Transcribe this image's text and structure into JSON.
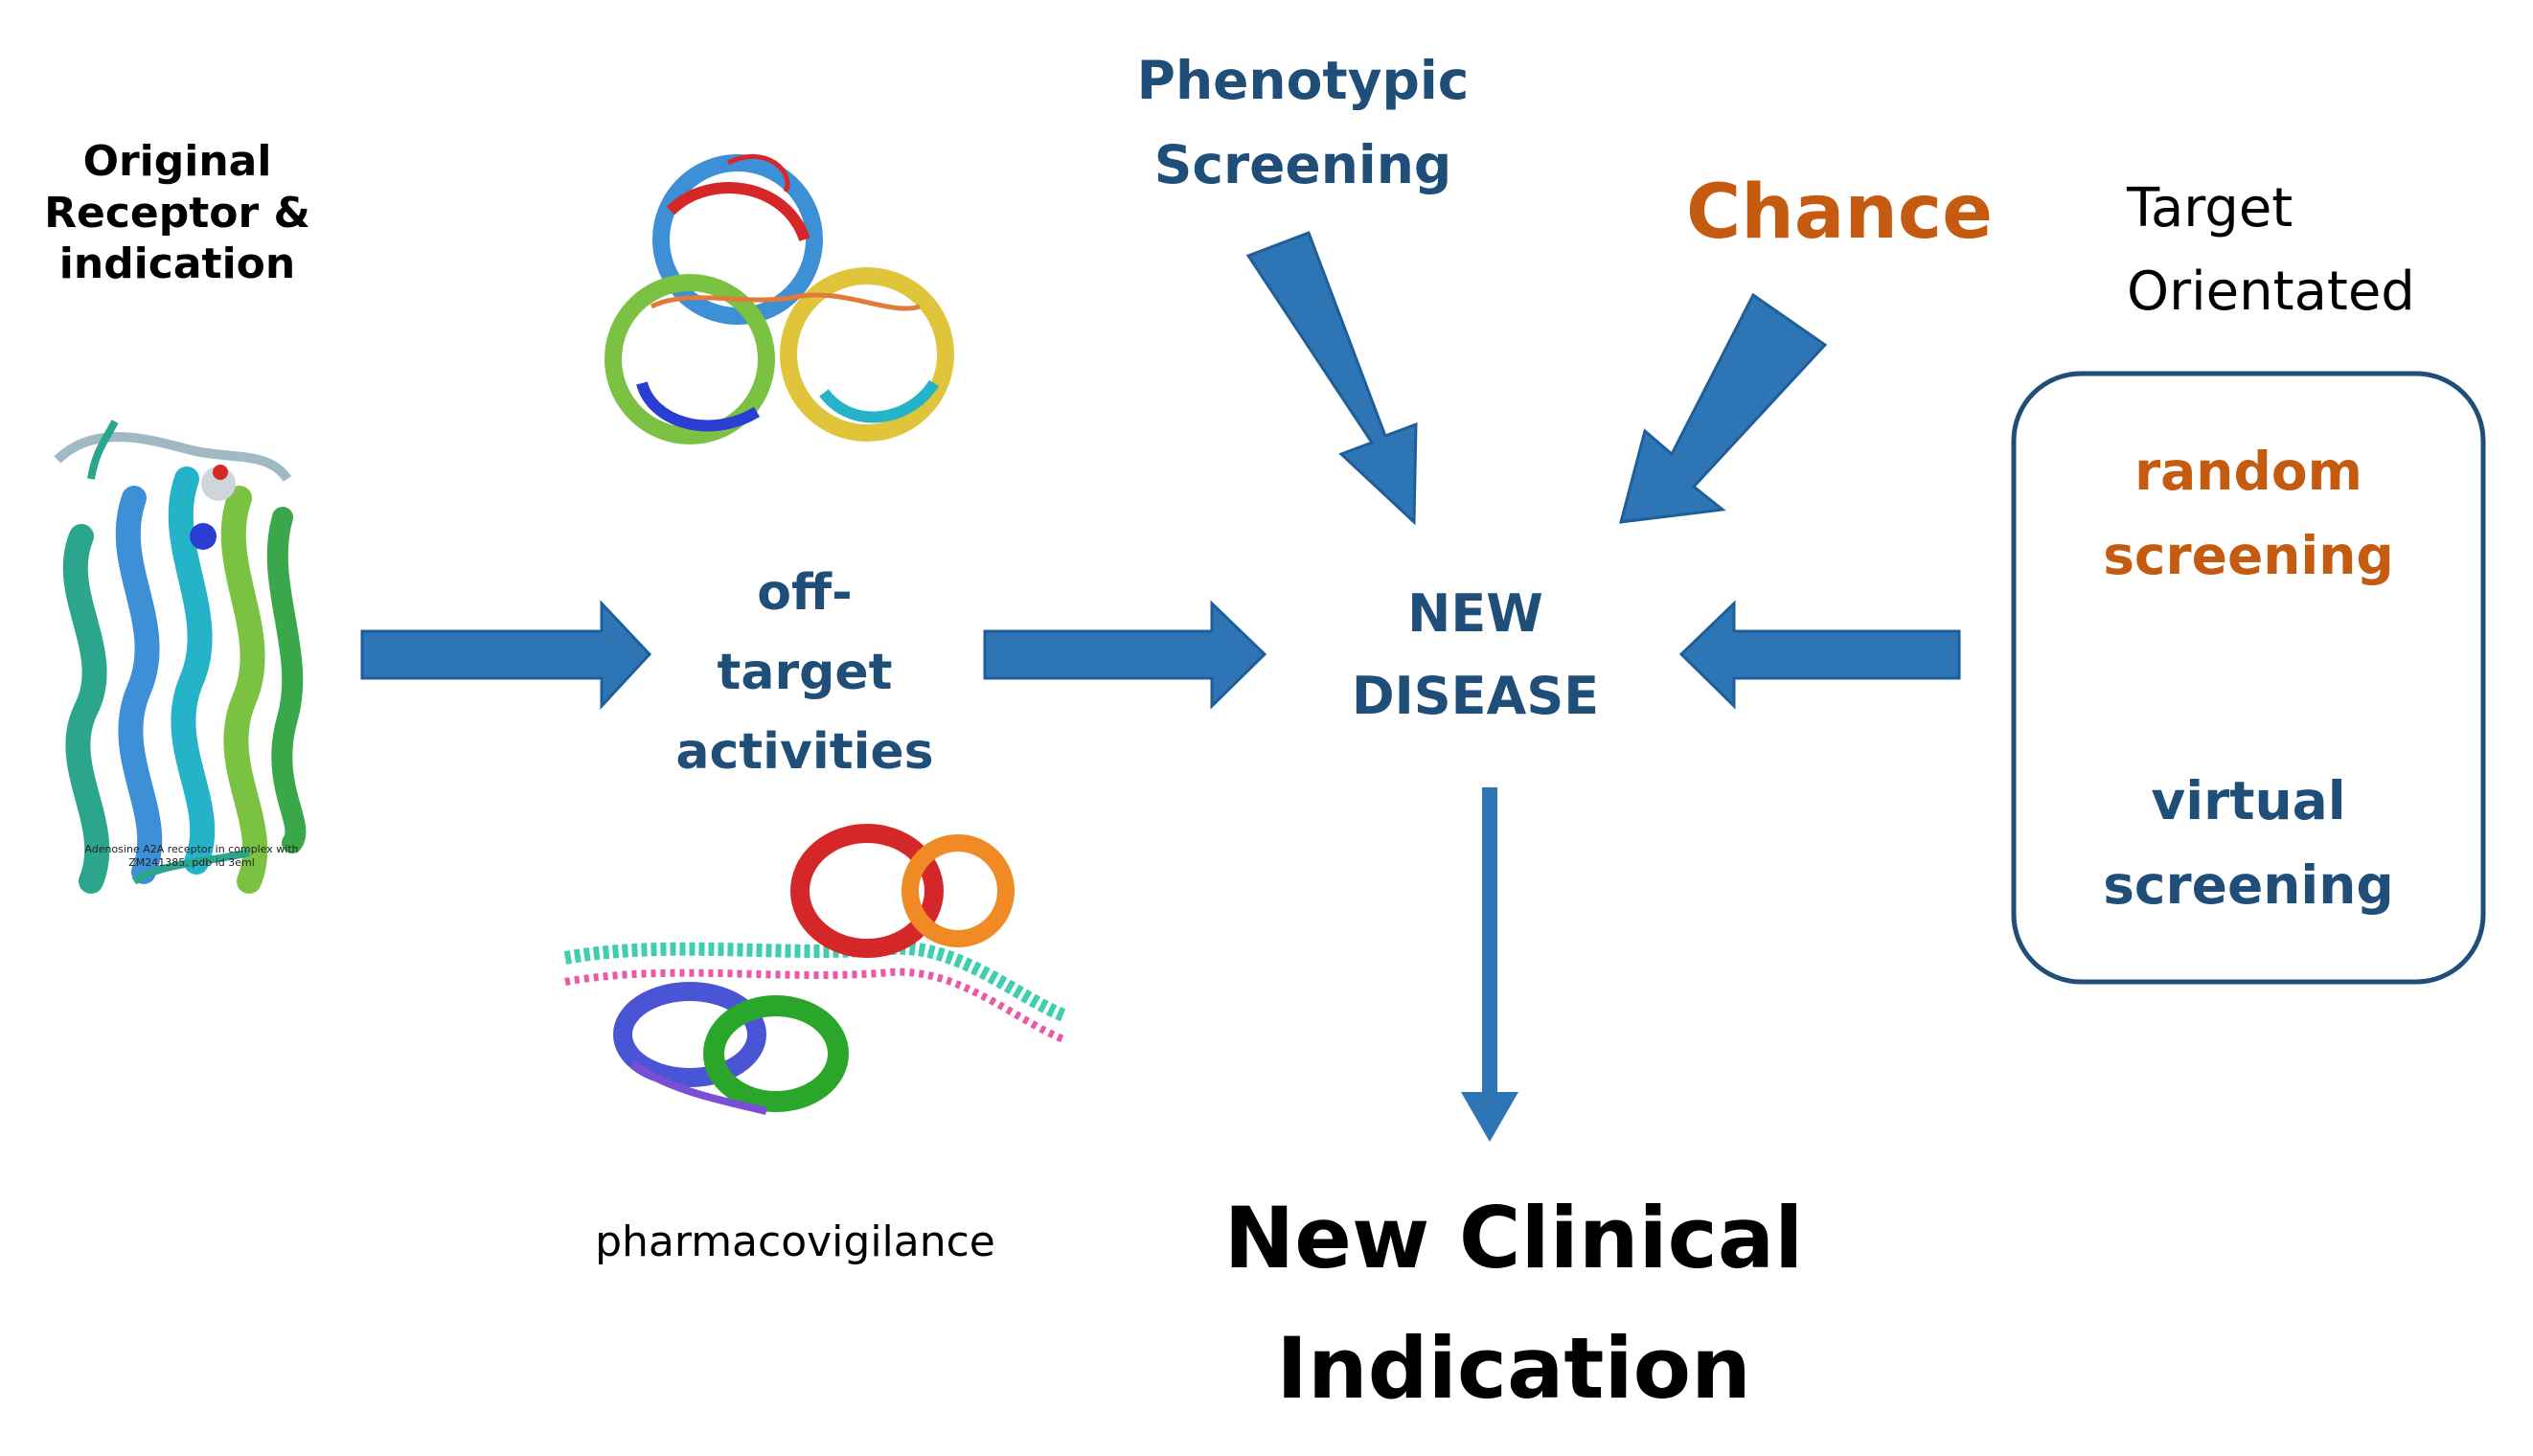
{
  "labels": {
    "original_line1": "Original",
    "original_line2": "Receptor &",
    "original_line3": "indication",
    "receptor_caption_line1": "Adenosine A2A receptor in complex with",
    "receptor_caption_line2": "ZM241385. pdb id 3eml",
    "offtarget_line1": "off-",
    "offtarget_line2": "target",
    "offtarget_line3": "activities",
    "pharmacovigilance": "pharmacovigilance",
    "phenotypic_line1": "Phenotypic",
    "phenotypic_line2": "Screening",
    "chance": "Chance",
    "target_line1": "Target",
    "target_line2": "Orientated",
    "random_line1": "random",
    "random_line2": "screening",
    "virtual_line1": "virtual",
    "virtual_line2": "screening",
    "disease_line1": "NEW",
    "disease_line2": "DISEASE",
    "clinical_line1": "New Clinical",
    "clinical_line2": "Indication"
  },
  "colors": {
    "arrow_fill": "#2e75b6",
    "arrow_stroke": "#1f5f99",
    "navy_text": "#1f4e79",
    "orange_text": "#c55a11",
    "box_border": "#1f4e79"
  },
  "images": {
    "receptor": "protein-structure-helices",
    "trimer": "protein-structure-trimer",
    "dna_complex": "protein-dna-complex"
  }
}
